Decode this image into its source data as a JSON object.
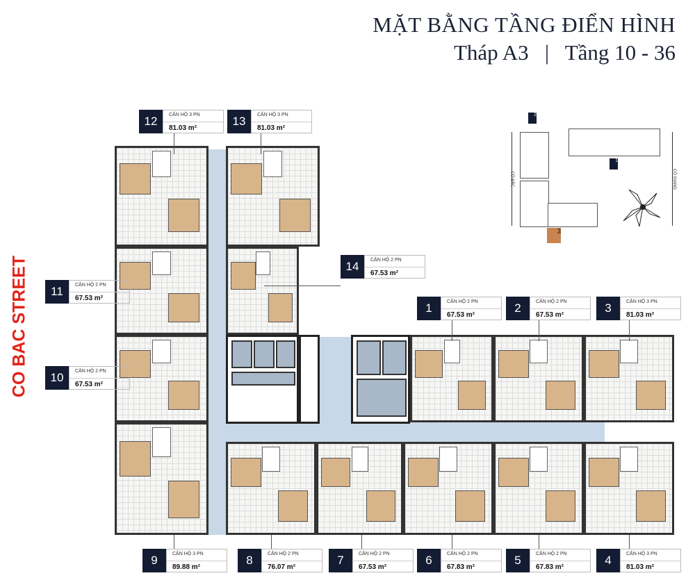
{
  "header": {
    "title": "MẶT BẰNG TẦNG ĐIỂN HÌNH",
    "subtitle": "Tháp A3   |   Tầng 10 - 36"
  },
  "street_label": "CO BAC STREET",
  "colors": {
    "accent_dark": "#141c33",
    "street": "#e2231a",
    "bedroom": "#d8b48a",
    "corridor": "#c9d8e8"
  },
  "key_plan": {
    "left_street": "CÔ BẮC",
    "right_street": "CÔ GIANG",
    "towers": [
      "1",
      "2",
      "3"
    ],
    "compass_icon": "compass-rose"
  },
  "units": [
    {
      "num": "1",
      "type": "CĂN HỘ 2 PN",
      "area": "67.53 m²"
    },
    {
      "num": "2",
      "type": "CĂN HỘ 2 PN",
      "area": "67.53 m²"
    },
    {
      "num": "3",
      "type": "CĂN HỘ 3 PN",
      "area": "81.03 m²"
    },
    {
      "num": "4",
      "type": "CĂN HỘ 3 PN",
      "area": "81.03 m²"
    },
    {
      "num": "5",
      "type": "CĂN HỘ 2 PN",
      "area": "67.83 m²"
    },
    {
      "num": "6",
      "type": "CĂN HỘ 2 PN",
      "area": "67.83 m²"
    },
    {
      "num": "7",
      "type": "CĂN HỘ 2 PN",
      "area": "67.53 m²"
    },
    {
      "num": "8",
      "type": "CĂN HỘ 2 PN",
      "area": "76.07 m²"
    },
    {
      "num": "9",
      "type": "CĂN HỘ 3 PN",
      "area": "89.88 m²"
    },
    {
      "num": "10",
      "type": "CĂN HỘ 2 PN",
      "area": "67.53 m²"
    },
    {
      "num": "11",
      "type": "CĂN HỘ 2 PN",
      "area": "67.53 m²"
    },
    {
      "num": "12",
      "type": "CĂN HỘ 3 PN",
      "area": "81.03 m²"
    },
    {
      "num": "13",
      "type": "CĂN HỘ 3 PN",
      "area": "81.03 m²"
    },
    {
      "num": "14",
      "type": "CĂN HỘ 2 PN",
      "area": "67.53 m²"
    }
  ]
}
